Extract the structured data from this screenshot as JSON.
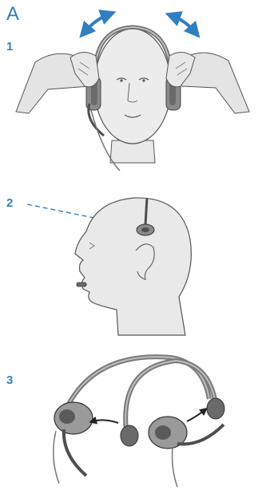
{
  "diagram": {
    "title": "A",
    "steps": [
      {
        "number": "1"
      },
      {
        "number": "2"
      },
      {
        "number": "3"
      }
    ]
  },
  "colors": {
    "accent": "#2f7fc1",
    "skin": "#e9e9e9",
    "line": "#555555",
    "headset": "#8a8a8a",
    "headset_dark": "#4e4e4e"
  }
}
